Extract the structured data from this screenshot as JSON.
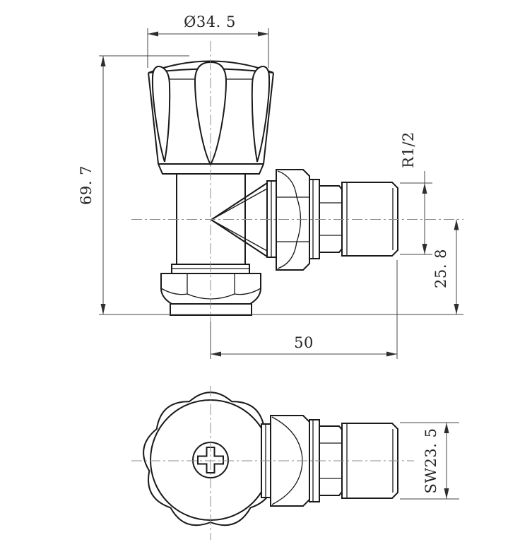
{
  "drawing": {
    "dimensions": {
      "knob_diameter": "Ø34. 5",
      "overall_height": "69. 7",
      "thread_size": "R1/2",
      "center_to_base": "25. 8",
      "center_to_thread_end": "50",
      "wrench_size": "SW23. 5"
    },
    "colors": {
      "object_line": "#1a1a1a",
      "dimension_line": "#454545",
      "centerline": "#8c8c8c",
      "background": "#ffffff"
    }
  }
}
